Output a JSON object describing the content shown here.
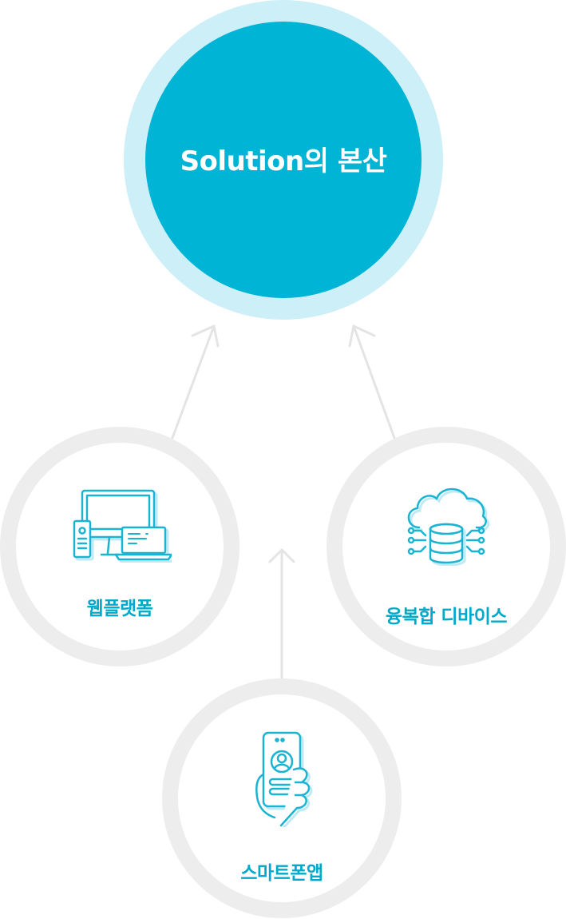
{
  "hub": {
    "title": "Solution의 본산"
  },
  "nodes": {
    "web": {
      "label": "웹플랫폼",
      "icon": "desktop-laptop-icon"
    },
    "device": {
      "label": "융복합 디바이스",
      "icon": "cloud-database-icon"
    },
    "phone": {
      "label": "스마트폰앱",
      "icon": "smartphone-hand-icon"
    }
  },
  "colors": {
    "accent": "#00b4d6",
    "halo": "#cdeff7",
    "label": "#00a9cb",
    "ring": "#ededed",
    "arrow": "#e6e6e6",
    "icon_shadow": "#bfeaf4"
  }
}
